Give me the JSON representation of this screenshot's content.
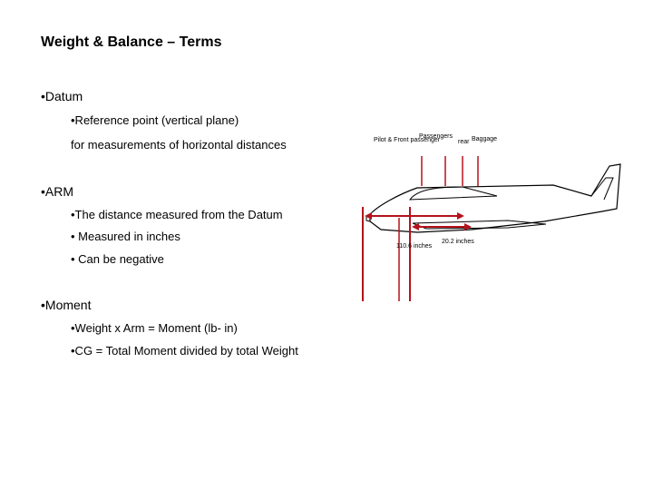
{
  "slide": {
    "title": "Weight & Balance – Terms",
    "bullets": [
      {
        "text": "•Datum",
        "sub": [
          "•Reference point (vertical plane)",
          "for measurements of horizontal distances"
        ]
      },
      {
        "text": "•ARM",
        "sub": [
          "•The distance measured from the Datum",
          "• Measured in inches",
          "• Can be negative"
        ]
      },
      {
        "text": "•Moment",
        "sub": [
          "•Weight x Arm  = Moment (lb- in)",
          "•CG = Total Moment divided by total Weight"
        ]
      }
    ]
  },
  "diagram": {
    "labels": {
      "pilot_front": "Pilot & Front passenger",
      "rear_passengers": "Passengers",
      "rear": "rear",
      "baggage": "Baggage"
    },
    "measurements": {
      "arm_1": "110.6 inches",
      "arm_2": "20.2 inches"
    },
    "colors": {
      "datum_line": "#b5121b",
      "station_line": "#b5121b",
      "arrow": "#b5121b",
      "outline": "#000000"
    }
  }
}
